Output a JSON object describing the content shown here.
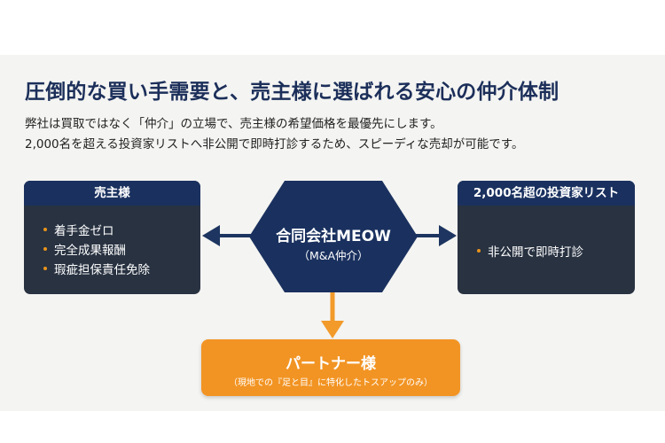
{
  "title": "圧倒的な買い手需要と、売主様に選ばれる安心の仲介体制",
  "description": [
    "弊社は買取ではなく「仲介」の立場で、売主様の希望価格を最優先にします。",
    "2,000名を超える投資家リストへ非公開で即時打診するため、スピーディな売却が可能です。"
  ],
  "seller": {
    "heading": "売主様",
    "items": [
      "着手金ゼロ",
      "完全成果報酬",
      "瑕疵担保責任免除"
    ]
  },
  "company": {
    "name": "合同会社MEOW",
    "subtitle": "（M&A仲介）"
  },
  "investors": {
    "heading": "2,000名超の投資家リスト",
    "items": [
      "非公開で即時打診"
    ]
  },
  "partner": {
    "title": "パートナー様",
    "subtitle": "（現地での『足と目』に特化したトスアップのみ）"
  },
  "colors": {
    "navy": "#1a315f",
    "panel": "#283241",
    "orange": "#f29423",
    "title": "#1c2f5a",
    "arrow_navy": "#1d3560",
    "arrow_orange": "#f29a2a"
  }
}
